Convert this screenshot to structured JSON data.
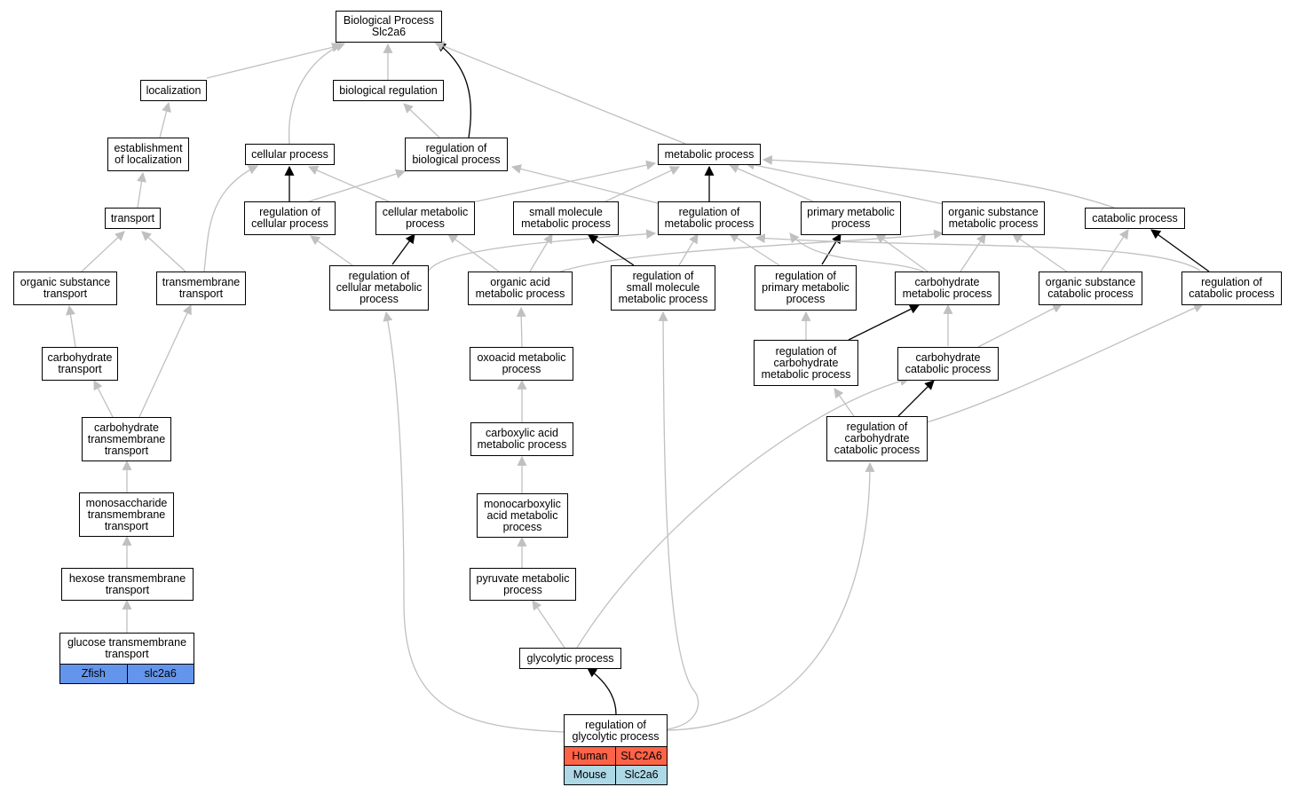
{
  "nodes": {
    "root": "Biological Process\nSlc2a6",
    "localization": "localization",
    "biological_regulation": "biological regulation",
    "establishment_of_localization": "establishment\nof localization",
    "cellular_process": "cellular process",
    "regulation_of_biological_process": "regulation of\nbiological process",
    "metabolic_process": "metabolic process",
    "transport": "transport",
    "regulation_of_cellular_process": "regulation of\ncellular process",
    "cellular_metabolic_process": "cellular metabolic\nprocess",
    "small_molecule_metabolic_process": "small molecule\nmetabolic process",
    "regulation_of_metabolic_process": "regulation of\nmetabolic process",
    "primary_metabolic_process": "primary metabolic\nprocess",
    "organic_substance_metabolic_process": "organic substance\nmetabolic process",
    "catabolic_process": "catabolic process",
    "organic_substance_transport": "organic substance\ntransport",
    "transmembrane_transport": "transmembrane\ntransport",
    "regulation_of_cellular_metabolic_process": "regulation of\ncellular metabolic\nprocess",
    "organic_acid_metabolic_process": "organic acid\nmetabolic process",
    "regulation_of_small_molecule_metabolic_process": "regulation of\nsmall molecule\nmetabolic process",
    "regulation_of_primary_metabolic_process": "regulation of\nprimary metabolic\nprocess",
    "carbohydrate_metabolic_process": "carbohydrate\nmetabolic process",
    "organic_substance_catabolic_process": "organic substance\ncatabolic process",
    "regulation_of_catabolic_process": "regulation of\ncatabolic process",
    "carbohydrate_transport": "carbohydrate\ntransport",
    "regulation_of_carbohydrate_metabolic_process": "regulation of\ncarbohydrate\nmetabolic process",
    "oxoacid_metabolic_process": "oxoacid metabolic\nprocess",
    "carbohydrate_catabolic_process": "carbohydrate\ncatabolic process",
    "carbohydrate_transmembrane_transport": "carbohydrate\ntransmembrane\ntransport",
    "carboxylic_acid_metabolic_process": "carboxylic acid\nmetabolic process",
    "regulation_of_carbohydrate_catabolic_process": "regulation of\ncarbohydrate\ncatabolic process",
    "monosaccharide_transmembrane_transport": "monosaccharide\ntransmembrane\ntransport",
    "monocarboxylic_acid_metabolic_process": "monocarboxylic\nacid metabolic\nprocess",
    "hexose_transmembrane_transport": "hexose transmembrane\ntransport",
    "pyruvate_metabolic_process": "pyruvate metabolic\nprocess",
    "glucose_transmembrane_transport": "glucose transmembrane\ntransport",
    "glycolytic_process": "glycolytic process",
    "regulation_of_glycolytic_process": "regulation of\nglycolytic process"
  },
  "annotations": {
    "glucose": [
      {
        "species": "Zfish",
        "gene": "slc2a6",
        "color": "#6495ed"
      }
    ],
    "glycolytic_regulation": [
      {
        "species": "Human",
        "gene": "SLC2A6",
        "color": "#ff6347"
      },
      {
        "species": "Mouse",
        "gene": "Slc2a6",
        "color": "#add8e6"
      }
    ]
  },
  "colors": {
    "edge_default": "#c0c0c0",
    "edge_highlight": "#000000"
  }
}
